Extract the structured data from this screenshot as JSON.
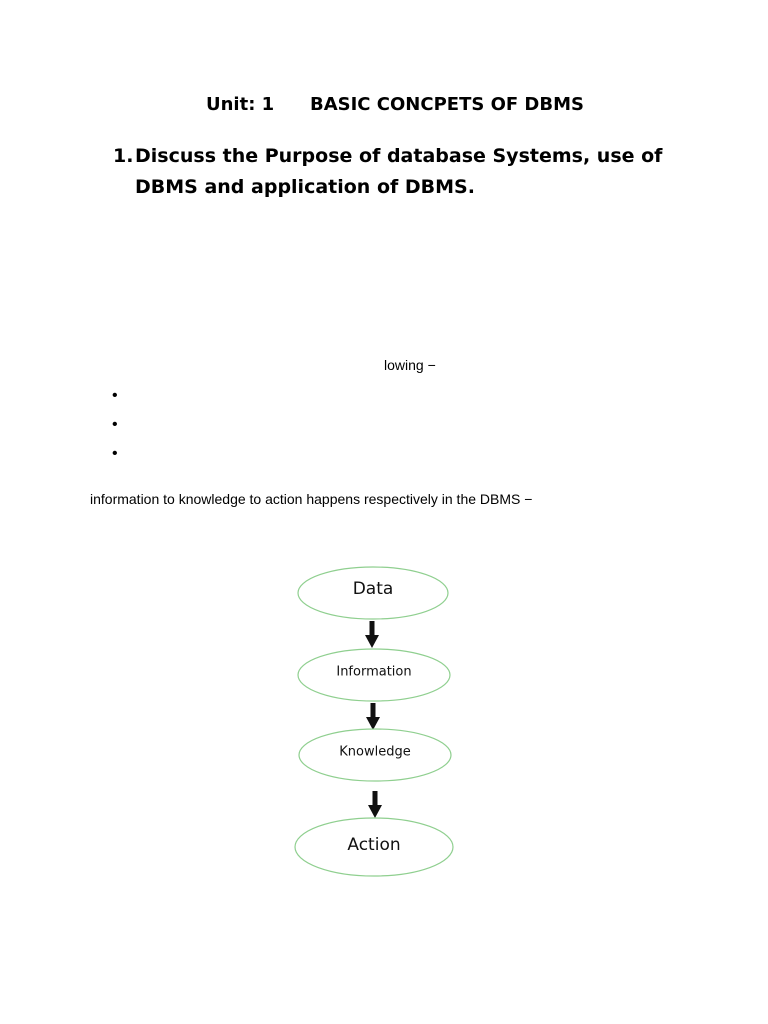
{
  "heading": {
    "unit": "Unit: 1",
    "title": "BASIC CONCPETS OF DBMS"
  },
  "question": {
    "number": "1.",
    "text": "Discuss the Purpose of database Systems, use of DBMS and application of DBMS."
  },
  "lowing_text": "lowing −",
  "bullets": [
    "",
    "",
    ""
  ],
  "intro_text": "information to knowledge to action happens respectively in the DBMS −",
  "flow": {
    "nodes": [
      "Data",
      "Information",
      "Knowledge",
      "Action"
    ],
    "edge_color": "#111111",
    "node_border_color": "#8fcf8f"
  }
}
